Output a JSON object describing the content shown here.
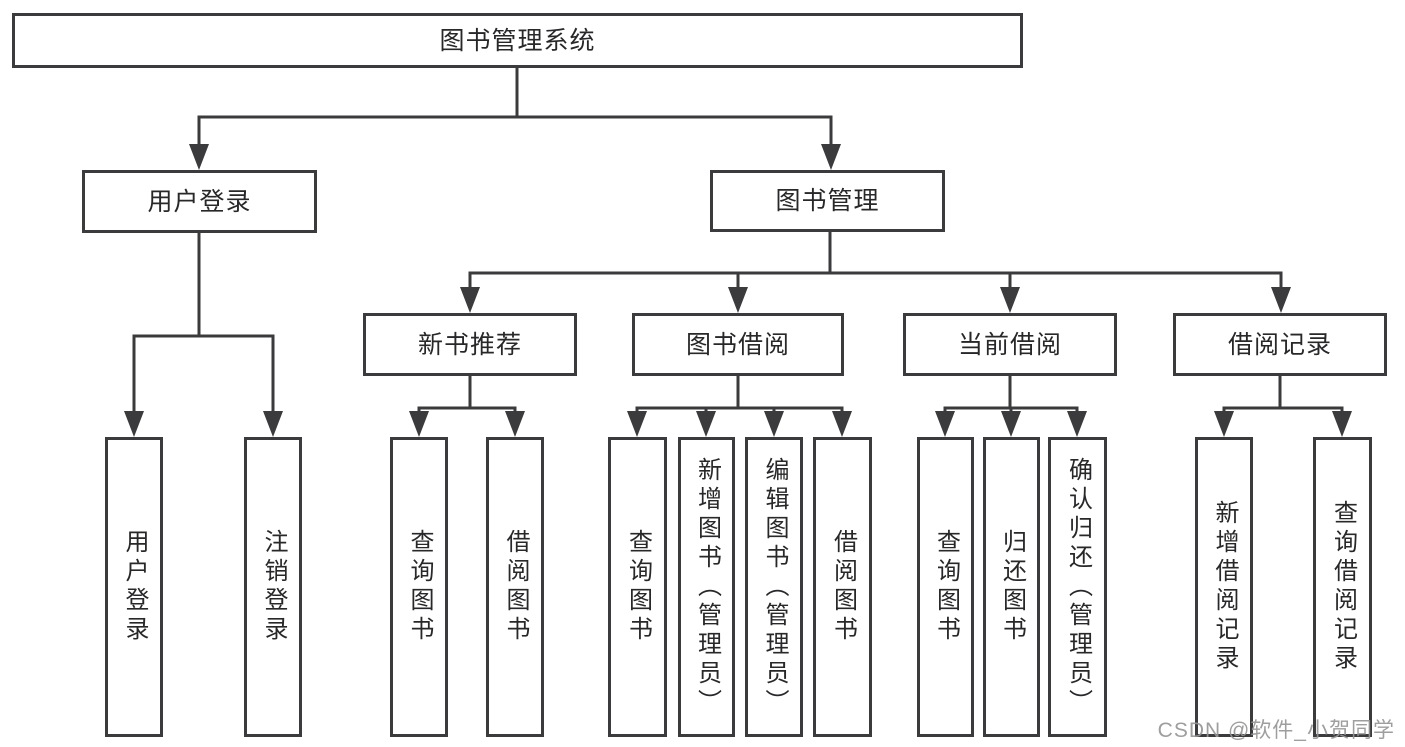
{
  "diagram": {
    "root": {
      "label": "图书管理系统"
    },
    "level2": [
      {
        "label": "用户登录"
      },
      {
        "label": "图书管理"
      }
    ],
    "level3": [
      {
        "label": "新书推荐"
      },
      {
        "label": "图书借阅"
      },
      {
        "label": "当前借阅"
      },
      {
        "label": "借阅记录"
      }
    ],
    "leaves": [
      {
        "label": "用户登录"
      },
      {
        "label": "注销登录"
      },
      {
        "label": "查询图书"
      },
      {
        "label": "借阅图书"
      },
      {
        "label": "查询图书"
      },
      {
        "label": "新增图书（管理员）"
      },
      {
        "label": "编辑图书（管理员）"
      },
      {
        "label": "借阅图书"
      },
      {
        "label": "查询图书"
      },
      {
        "label": "归还图书"
      },
      {
        "label": "确认归还（管理员）"
      },
      {
        "label": "新增借阅记录"
      },
      {
        "label": "查询借阅记录"
      }
    ]
  },
  "watermark": {
    "text": "CSDN @软件_小贺同学"
  },
  "colors": {
    "line": "#3b3b3d",
    "text": "#28282a",
    "watermark": "#969696",
    "background": "#ffffff"
  }
}
